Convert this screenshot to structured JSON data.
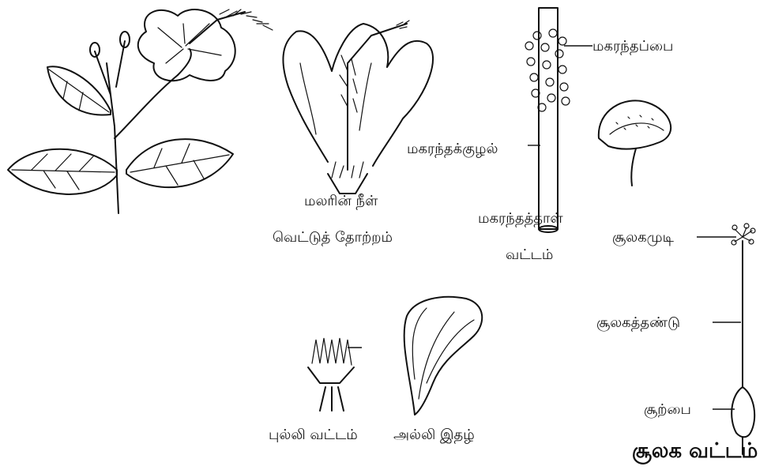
{
  "diagram": {
    "figure_labels": {
      "lengthwise_section_line1": "மலரின் நீள்",
      "lengthwise_section_line2": "வெட்டுத் தோற்றம்",
      "calyx": "புல்லி வட்டம்",
      "petal": "அல்லி இதழ்",
      "androecium_line1": "மகரந்தத்தாள்",
      "androecium_line2": "வட்டம்",
      "gynoecium": "சூலக வட்டம்"
    },
    "part_labels": {
      "anther": "மகரந்தப்பை",
      "staminal_tube": "மகரந்தக்குழல்",
      "stigma": "சூலகமுடி",
      "style": "சூலகத்தண்டு",
      "ovary": "சூற்பை"
    }
  }
}
